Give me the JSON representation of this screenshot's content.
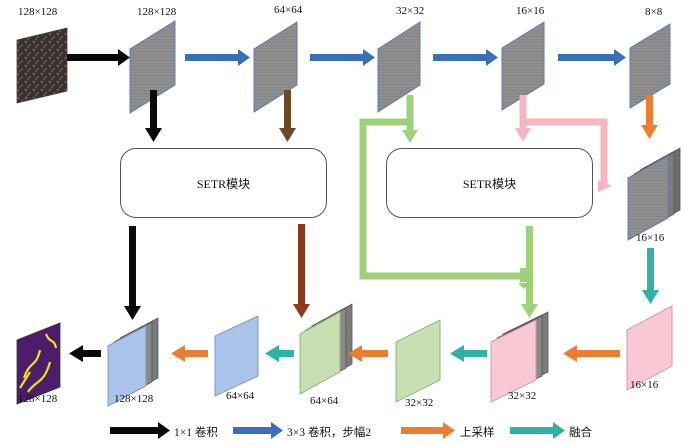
{
  "labels": {
    "input_size": "128×128",
    "enc1": "128×128",
    "enc2": "64×64",
    "enc3": "32×32",
    "enc4": "16×16",
    "enc5": "8×8",
    "fuse16": "16×16",
    "up16": "16×16",
    "fuse32": "32×32",
    "conv32": "32×32",
    "fuse64": "64×64",
    "up64": "64×64",
    "fuse128": "128×128",
    "output": "128×128"
  },
  "modules": {
    "setr_left": "SETR模块",
    "setr_right": "SETR模块"
  },
  "legend": {
    "conv1": "1×1 卷积",
    "conv3": "3×3 卷积，步幅2",
    "upsample": "上采样",
    "fuse": "融合"
  },
  "colors": {
    "black": "#0a0a0a",
    "blue": "#3a6fbd",
    "orange": "#ed7d31",
    "teal": "#2db3a6",
    "brown_dark": "#6b4a2a",
    "brown_red": "#8b3a1e",
    "light_green": "#9fd17c",
    "light_pink": "#f4b6c2",
    "feature_gray": "#909090",
    "feature_blue": "#a9c4e8",
    "feature_green": "#c6e0b4",
    "feature_pink": "#f8c9d4",
    "output_purple": "#4b1d6b"
  }
}
